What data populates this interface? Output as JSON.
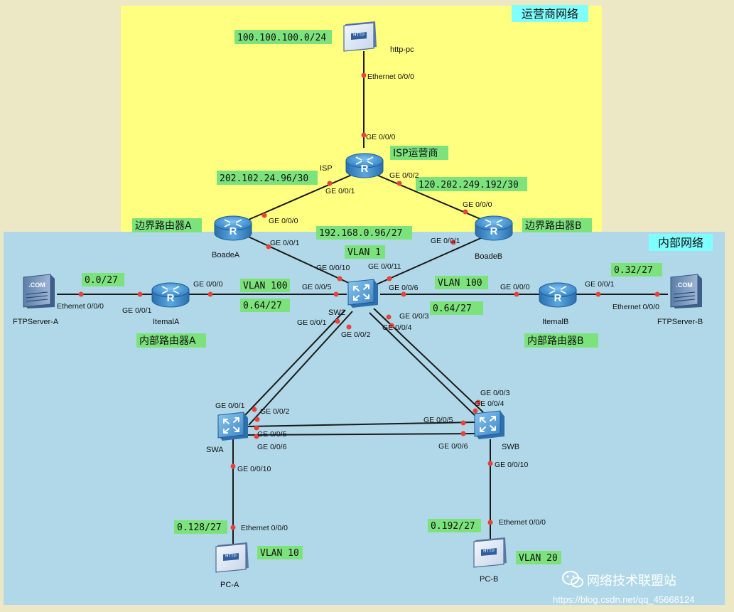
{
  "colors": {
    "page_bg": "#ece8c5",
    "isp_zone": "#ffff80",
    "internal_zone": "#b0d8e8",
    "tag_bg": "#7ce37c",
    "title_bg": "#80ffff",
    "link": "#1a1a1a",
    "port_dot": "#e8433a"
  },
  "zones": {
    "isp": "运营商网络",
    "internal": "内部网络"
  },
  "devices": {
    "http_pc": {
      "name": "http-pc",
      "icon": "http-pc-icon",
      "badge": "HTTP"
    },
    "isp": {
      "name": "ISP",
      "icon": "router-icon",
      "tag": "ISP运营商"
    },
    "boade_a": {
      "name": "BoadeA",
      "icon": "router-icon",
      "tag": "边界路由器A"
    },
    "boade_b": {
      "name": "BoadeB",
      "icon": "router-icon",
      "tag": "边界路由器B"
    },
    "sw2": {
      "name": "SW2",
      "icon": "switch-icon"
    },
    "itemal_a": {
      "name": "ItemalA",
      "icon": "router-icon",
      "tag": "内部路由器A"
    },
    "itemal_b": {
      "name": "ItemalB",
      "icon": "router-icon",
      "tag": "内部路由器B"
    },
    "ftp_a": {
      "name": "FTPServer-A",
      "icon": "server-icon",
      "badge": ".COM"
    },
    "ftp_b": {
      "name": "FTPServer-B",
      "icon": "server-icon",
      "badge": ".COM"
    },
    "swa": {
      "name": "SWA",
      "icon": "switch-icon"
    },
    "swb": {
      "name": "SWB",
      "icon": "switch-icon"
    },
    "pc_a": {
      "name": "PC-A",
      "icon": "http-pc-icon",
      "badge": "HTTP"
    },
    "pc_b": {
      "name": "PC-B",
      "icon": "http-pc-icon",
      "badge": "HTTP"
    }
  },
  "networks": [
    "100.100.100.0/24",
    "202.102.24.96/30",
    "120.202.249.192/30",
    "192.168.0.96/27",
    "VLAN 1",
    "0.0/27",
    "VLAN 100",
    "0.64/27",
    "VLAN 100",
    "0.64/27",
    "0.32/27",
    "0.128/27",
    "VLAN 10",
    "0.192/27",
    "VLAN 20"
  ],
  "ports": [
    "Ethernet 0/0/0",
    "GE 0/0/0",
    "GE 0/0/1",
    "GE 0/0/2",
    "GE 0/0/0",
    "GE 0/0/0",
    "GE 0/0/1",
    "GE 0/0/1",
    "GE 0/0/10",
    "GE 0/0/11",
    "GE 0/0/0",
    "GE 0/0/5",
    "GE 0/0/6",
    "GE 0/0/0",
    "Ethernet 0/0/0",
    "GE 0/0/1",
    "GE 0/0/1",
    "Ethernet 0/0/0",
    "GE 0/0/1",
    "GE 0/0/2",
    "GE 0/0/3",
    "GE 0/0/4",
    "GE 0/0/1",
    "GE 0/0/2",
    "GE 0/0/5",
    "GE 0/0/6",
    "GE 0/0/3",
    "GE 0/0/4",
    "GE 0/0/5",
    "GE 0/0/6",
    "GE 0/0/10",
    "GE 0/0/10",
    "Ethernet 0/0/0",
    "Ethernet 0/0/0"
  ],
  "watermark": {
    "text": "网络技术联盟站",
    "icon": "wechat-icon",
    "url": "https://blog.csdn.net/qq_45668124"
  }
}
